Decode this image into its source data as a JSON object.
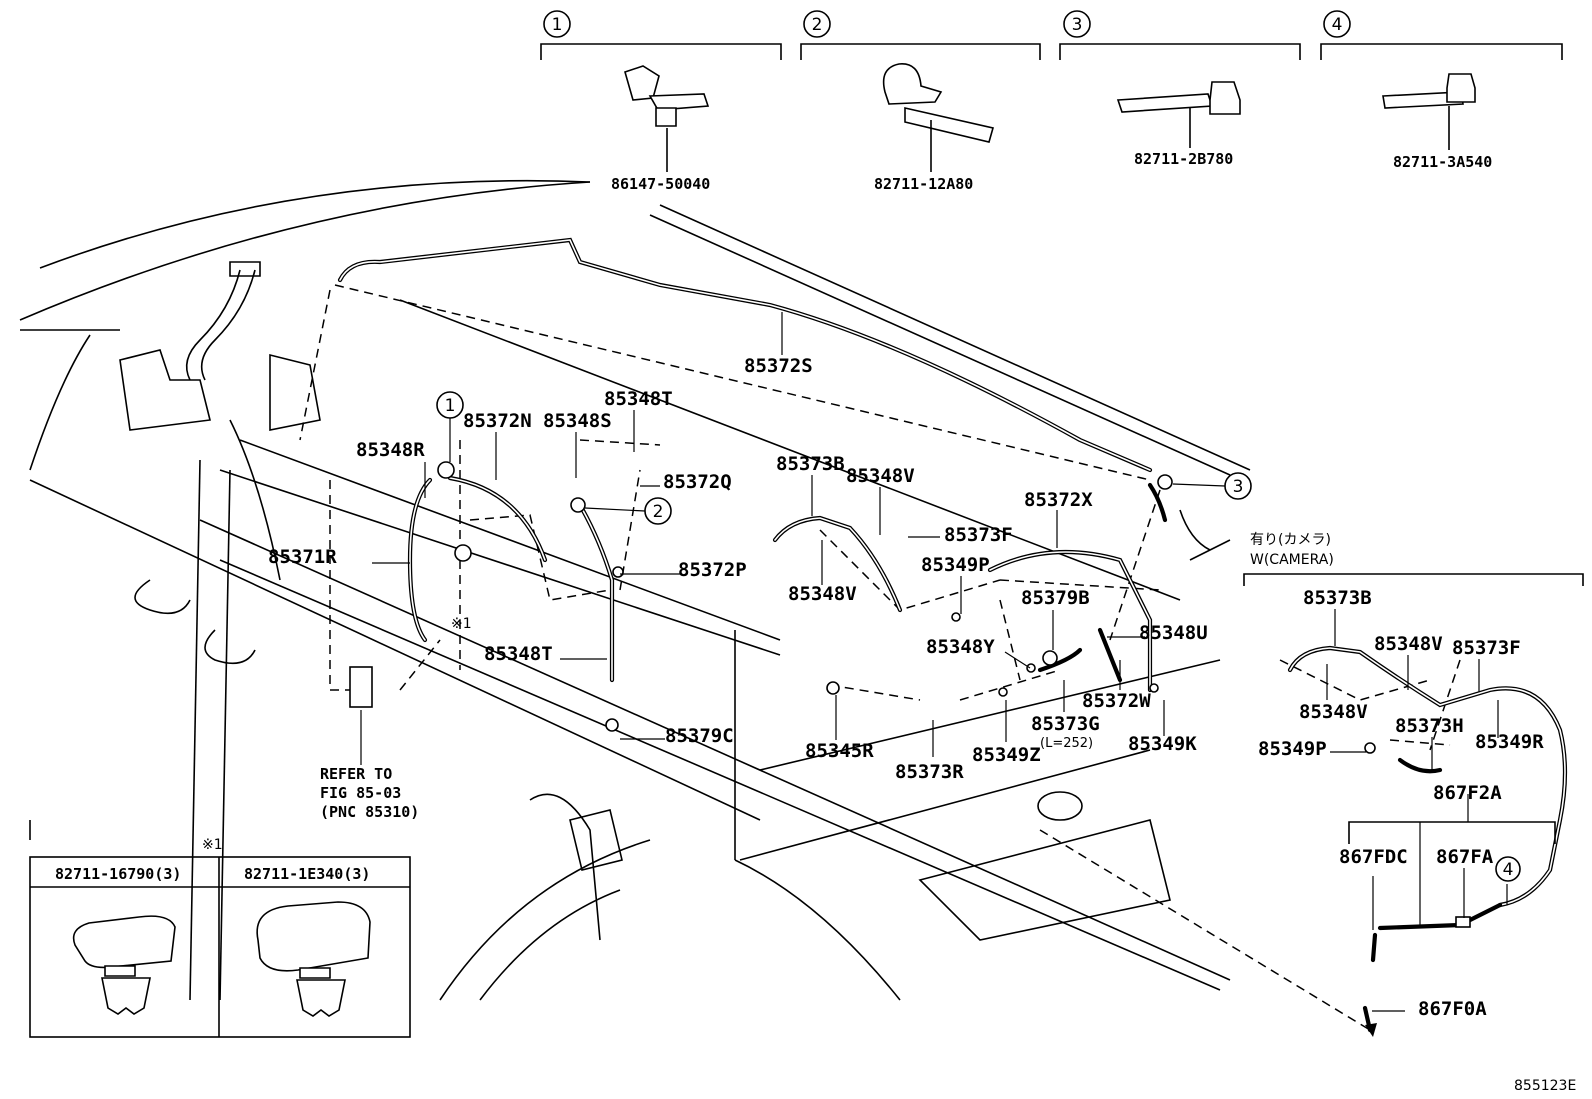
{
  "figure_code": "855123E",
  "clips": [
    {
      "marker": "1",
      "part": "86147-50040"
    },
    {
      "marker": "2",
      "part": "82711-12A80"
    },
    {
      "marker": "3",
      "part": "82711-2B780"
    },
    {
      "marker": "4",
      "part": "82711-3A540"
    }
  ],
  "labels": {
    "l85372S": "85372S",
    "l85348T_top": "85348T",
    "l85372N": "85372N",
    "l85348S": "85348S",
    "l85348R": "85348R",
    "l85372Q": "85372Q",
    "l85373B": "85373B",
    "l85348V_a": "85348V",
    "l85373F": "85373F",
    "l85372X": "85372X",
    "l85349P": "85349P",
    "l85371R": "85371R",
    "l85372P": "85372P",
    "l85348V_b": "85348V",
    "l85379B": "85379B",
    "l85348U": "85348U",
    "l85348Y": "85348Y",
    "l85348T_mid": "85348T",
    "l85372W": "85372W",
    "l85373G": "85373G",
    "l85373G_len": "(L=252)",
    "l85379C": "85379C",
    "l85349K": "85349K",
    "l85345R": "85345R",
    "l85349Z": "85349Z",
    "l85373R": "85373R",
    "ref_line1": "REFER TO",
    "ref_line2": "FIG 85-03",
    "ref_line3": "(PNC 85310)",
    "note_mark": "※1",
    "note_mark_b": "※1"
  },
  "camera": {
    "heading_jp": "有り(カメラ)",
    "heading_en": "W(CAMERA)",
    "l85373B": "85373B",
    "l85348V_a": "85348V",
    "l85373F": "85373F",
    "l85348V_b": "85348V",
    "l85373H": "85373H",
    "l85349P": "85349P",
    "l85349R": "85349R",
    "l867F2A": "867F2A",
    "l867FDC": "867FDC",
    "l867FA": "867FA",
    "l867F0A": "867F0A"
  },
  "inset": {
    "col1": "82711-16790(3)",
    "col2": "82711-1E340(3)"
  }
}
